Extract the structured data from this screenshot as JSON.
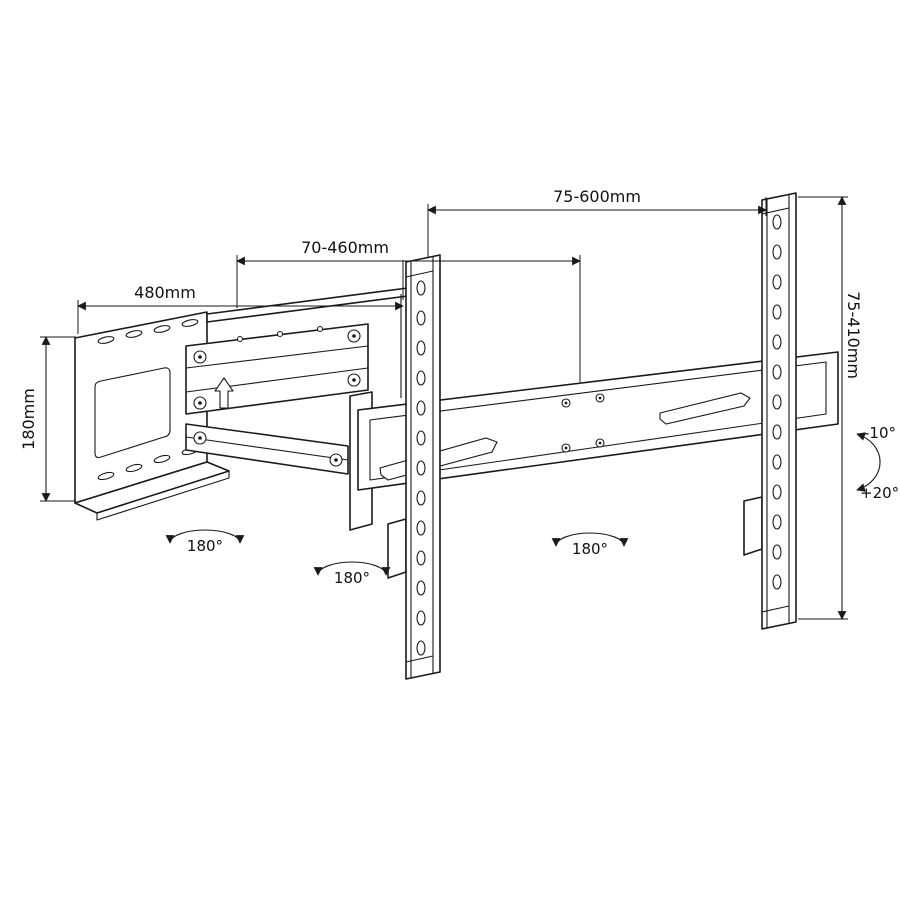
{
  "colors": {
    "line": "#1a1a1a",
    "background": "#ffffff"
  },
  "annotations": {
    "wall_plate_width": "480mm",
    "arm_extension_range": "70-460mm",
    "vesa_width_range": "75-600mm",
    "wall_plate_height": "180mm",
    "vesa_height_range": "75-410mm",
    "swivel_wall_arm": "180°",
    "swivel_elbow": "180°",
    "swivel_tv_plate": "180°",
    "tilt_up": "-10°",
    "tilt_down": "+20°"
  }
}
